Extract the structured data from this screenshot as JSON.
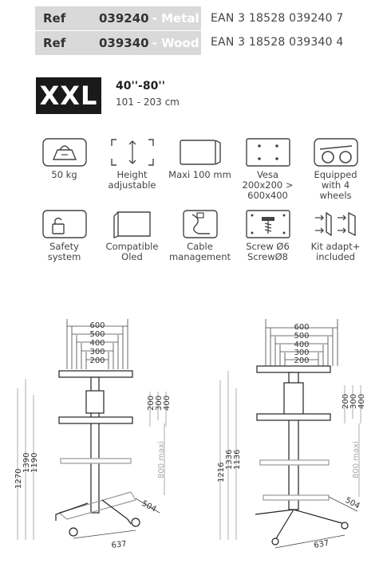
{
  "refs": [
    {
      "label": "Ref",
      "code": "039240",
      "material": "- Metal",
      "ean": "EAN  3 18528 039240 7"
    },
    {
      "label": "Ref",
      "code": "039340",
      "material": "- Wood",
      "ean": "EAN  3 18528 039340 4"
    }
  ],
  "badge": {
    "text": "XXL"
  },
  "size": {
    "inches": "40''-80''",
    "cm": "101 - 203 cm"
  },
  "features": [
    {
      "icon": "weight-icon",
      "label": "50 kg"
    },
    {
      "icon": "height-adjust-icon",
      "label": "Height\nadjustable"
    },
    {
      "icon": "screen-size-icon",
      "label": "Maxi 100 mm"
    },
    {
      "icon": "vesa-icon",
      "label": "Vesa\n200x200 >\n600x400"
    },
    {
      "icon": "wheels-icon",
      "label": "Equipped\nwith 4\nwheels"
    },
    {
      "icon": "lock-icon",
      "label": "Safety\nsystem"
    },
    {
      "icon": "oled-icon",
      "label": "Compatible\nOled"
    },
    {
      "icon": "cable-icon",
      "label": "Cable\nmanagement"
    },
    {
      "icon": "screw-icon",
      "label": "Screw Ø6\nScrewØ8"
    },
    {
      "icon": "adapter-icon",
      "label": "Kit adapt+\nincluded"
    }
  ],
  "diagram_left": {
    "widths": [
      "600",
      "500",
      "400",
      "300",
      "200"
    ],
    "spacing": [
      "200",
      "300",
      "400"
    ],
    "heights": [
      "1270",
      "1390",
      "1190"
    ],
    "maxi": "800 maxi",
    "depth": "504",
    "base": "637"
  },
  "diagram_right": {
    "widths": [
      "600",
      "500",
      "400",
      "300",
      "200"
    ],
    "spacing": [
      "200",
      "300",
      "400"
    ],
    "heights": [
      "1216",
      "1336",
      "1136"
    ],
    "maxi": "800 maxi",
    "depth": "504",
    "base": "637"
  }
}
